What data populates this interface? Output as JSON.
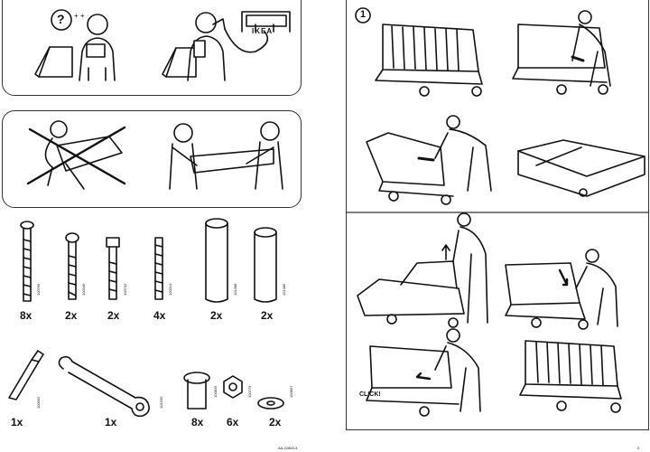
{
  "step_number": "1",
  "store_sign": "IKEA",
  "help": {
    "question_mark": "?",
    "extra_marks": "+ +"
  },
  "click_label": "CLICK!",
  "hardware": {
    "screws": [
      {
        "qty": "8x",
        "part_no": "100766"
      },
      {
        "qty": "2x",
        "part_no": "100349"
      },
      {
        "qty": "2x",
        "part_no": "100702"
      },
      {
        "qty": "4x",
        "part_no": "100014"
      },
      {
        "qty": "2x",
        "part_no": "101388"
      },
      {
        "qty": "2x",
        "part_no": "101385"
      }
    ],
    "tools": [
      {
        "qty": "1x",
        "part_no": "100092"
      },
      {
        "qty": "1x",
        "part_no": "101550"
      }
    ],
    "fittings": [
      {
        "qty": "8x",
        "part_no": "100819"
      },
      {
        "qty": "6x",
        "part_no": "100776"
      },
      {
        "qty": "2x",
        "part_no": "100857"
      }
    ]
  },
  "footer": {
    "left": "AA-22863-3",
    "right": "5"
  }
}
